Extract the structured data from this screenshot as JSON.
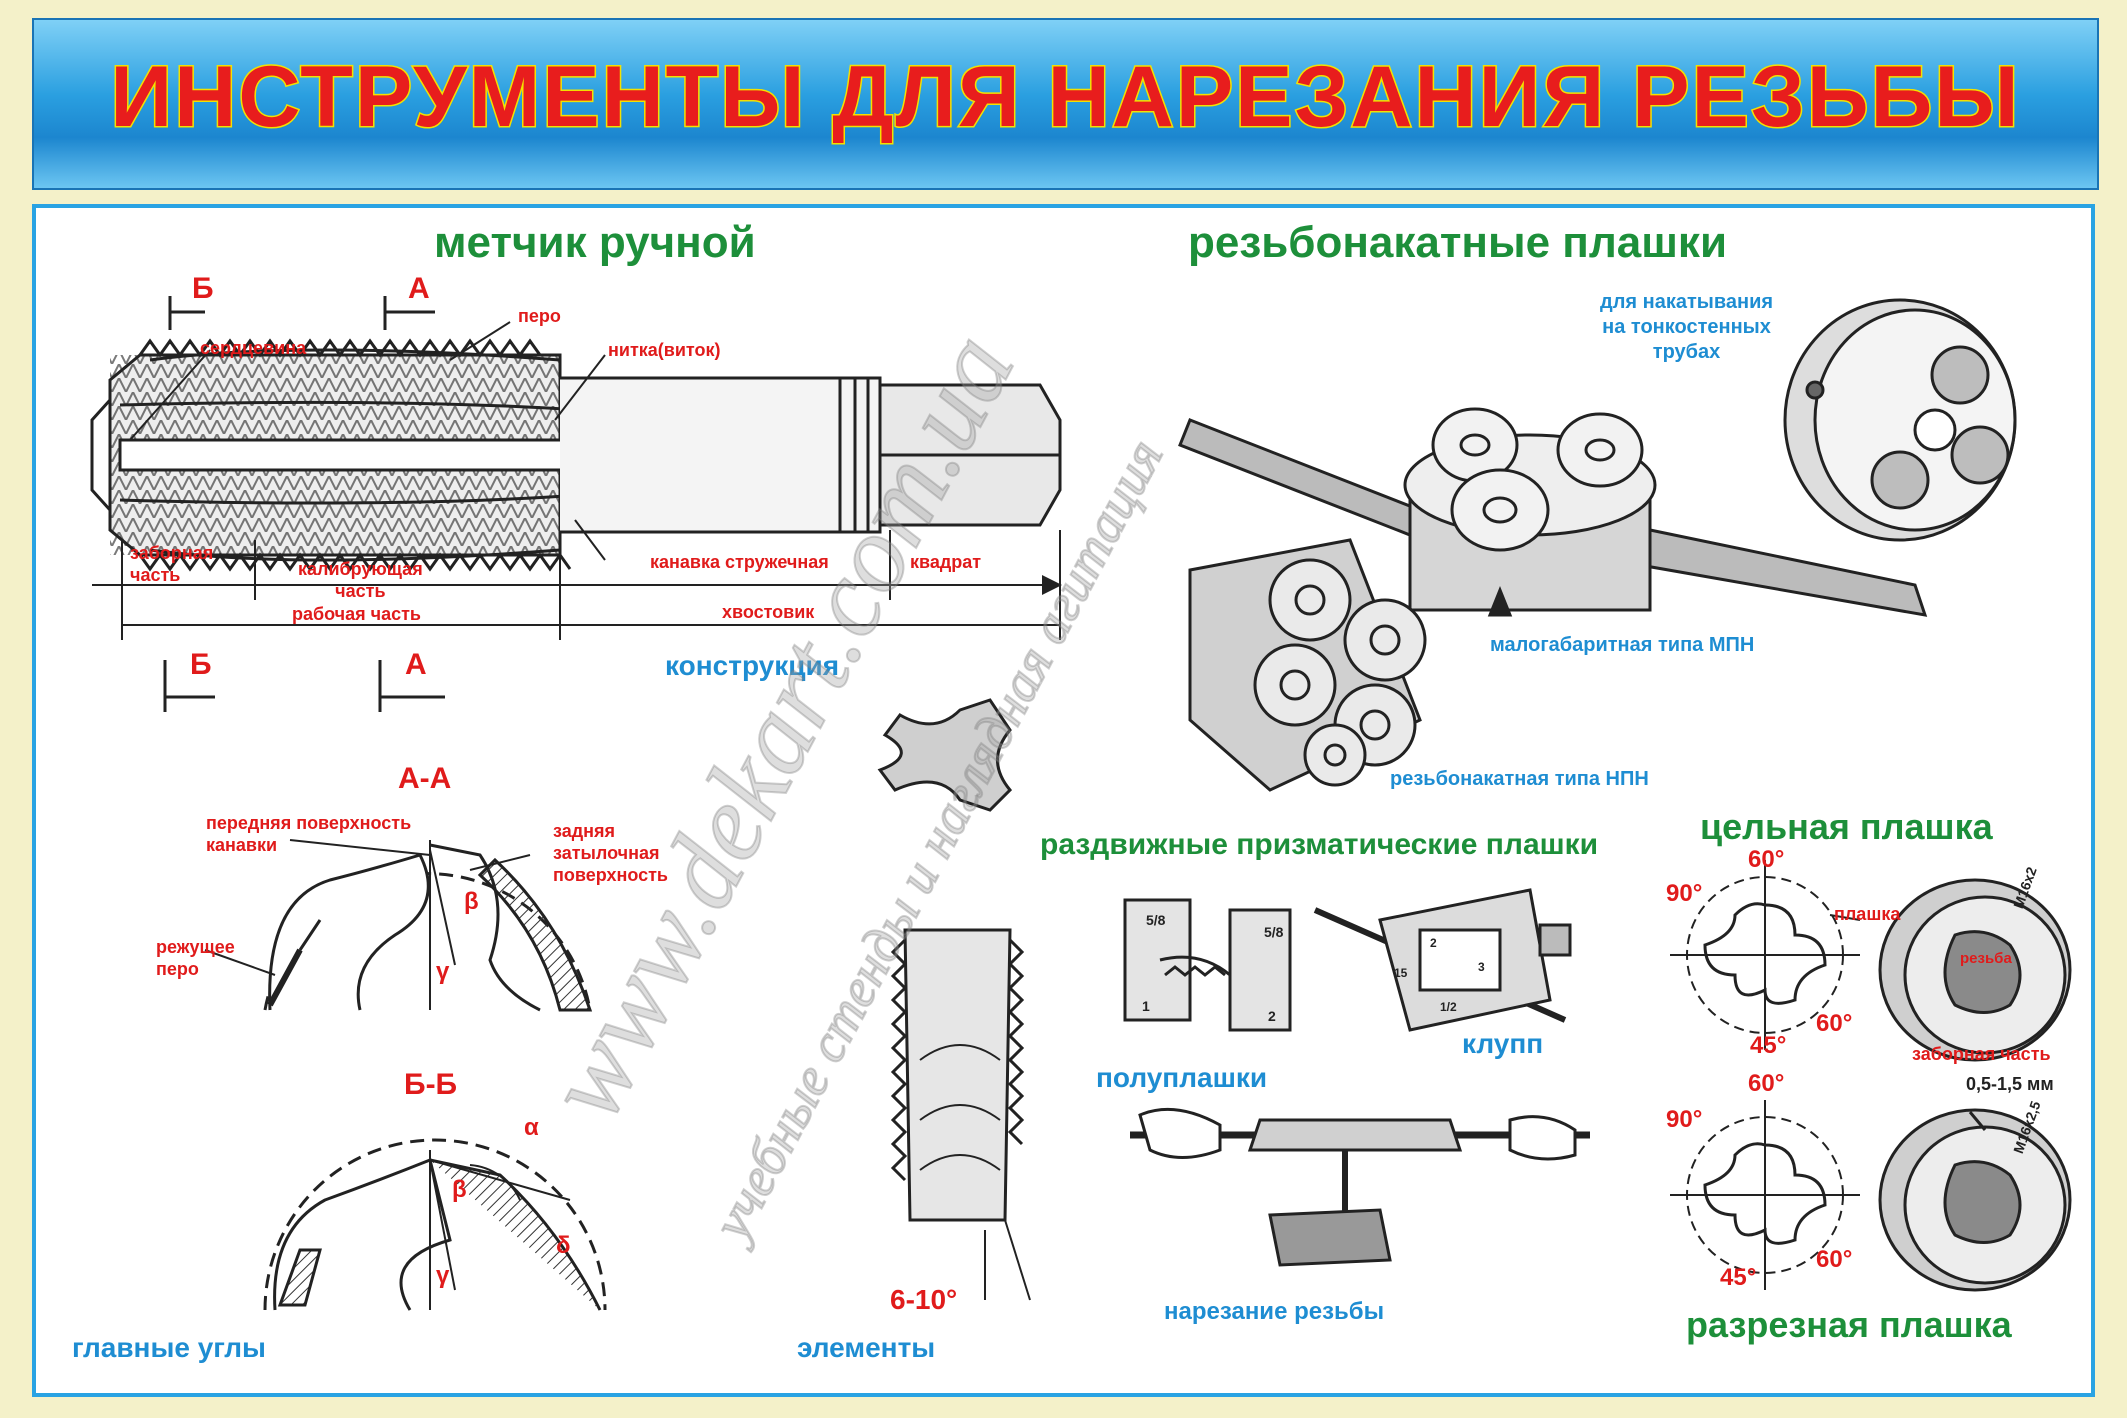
{
  "title": "ИНСТРУМЕНТЫ ДЛЯ НАРЕЗАНИЯ РЕЗЬБЫ",
  "watermark": {
    "site": "www.dekart.com.ua",
    "sub": "учебные стенды и наглядная агитация"
  },
  "tap": {
    "heading": "метчик ручной",
    "labels": {
      "section_b_top": "Б",
      "section_a_top": "А",
      "section_b_bottom": "Б",
      "section_a_bottom": "А",
      "core": "сердцевина",
      "land": "перо",
      "thread": "нитка(виток)",
      "chamfer": "заборная\nчасть",
      "calibrating": "калибрующая\nчасть",
      "working": "рабочая часть",
      "flute": "канавка стружечная",
      "square": "квадрат",
      "shank": "хвостовик"
    },
    "caption": "конструкция"
  },
  "section_aa": {
    "heading": "А-А",
    "front_surface": "передняя поверхность\nканавки",
    "back_surface": "задняя\nзатылочная\nповерхность",
    "cutting_land": "режущее\nперо",
    "beta": "β",
    "gamma": "γ"
  },
  "section_bb": {
    "heading": "Б-Б",
    "alpha": "α",
    "beta": "β",
    "gamma": "γ",
    "delta": "δ",
    "caption": "главные углы"
  },
  "elements": {
    "angle": "6-10°",
    "caption": "элементы"
  },
  "rolling": {
    "heading": "резьбонакатные плашки",
    "thin_wall": "для накатывания\nна тонкостенных\nтрубах",
    "mpn": "малогабаритная типа МПН",
    "npn": "резьбонакатная типа НПН"
  },
  "sliding": {
    "heading": "раздвижные призматические плашки",
    "half_dies": "полуплашки",
    "stock": "клупп",
    "threading": "нарезание резьбы",
    "marks": {
      "eighth": "5/8",
      "one": "1",
      "two": "2",
      "half": "1/2",
      "fifteen": "15",
      "three": "3"
    }
  },
  "solid_die": {
    "heading": "цельная плашка",
    "a60": "60°",
    "a90": "90°",
    "a45": "45°",
    "a60b": "60°",
    "die": "плашка",
    "thread": "резьба",
    "chamfer": "заборная часть",
    "marking": "M16x2"
  },
  "split_die": {
    "heading": "разрезная плашка",
    "a60": "60°",
    "a90": "90°",
    "a45": "45°",
    "a60b": "60°",
    "gap": "0,5-1,5 мм",
    "marking": "M16x2,5"
  },
  "colors": {
    "heading_green": "#1d8f3a",
    "caption_blue": "#1e8dd2",
    "label_red": "#e01b1b",
    "frame_blue": "#29a3e3",
    "title_red": "#e81d1d",
    "title_stroke": "#f3e100"
  }
}
